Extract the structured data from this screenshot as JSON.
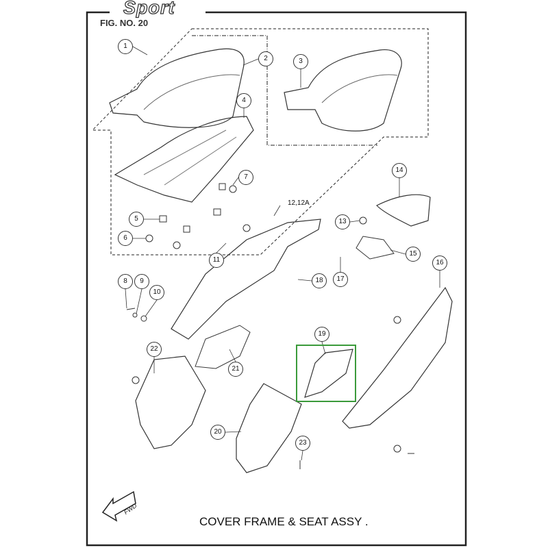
{
  "brand_logo": "Sport",
  "figure_number": "FIG. NO. 20",
  "title": "COVER FRAME & SEAT ASSY .",
  "direction_marker": "FWD",
  "highlight_color": "#3a9a3a",
  "callouts": {
    "c1": "1",
    "c2": "2",
    "c3": "3",
    "c4": "4",
    "c5": "5",
    "c6": "6",
    "c7": "7",
    "c8": "8",
    "c9": "9",
    "c10": "10",
    "c11": "11",
    "c12": "12,12A",
    "c13": "13",
    "c14": "14",
    "c15": "15",
    "c16": "16",
    "c17": "17",
    "c18": "18",
    "c19": "19",
    "c20": "20",
    "c21": "21",
    "c22": "22",
    "c23": "23"
  },
  "highlighted_part": "19"
}
